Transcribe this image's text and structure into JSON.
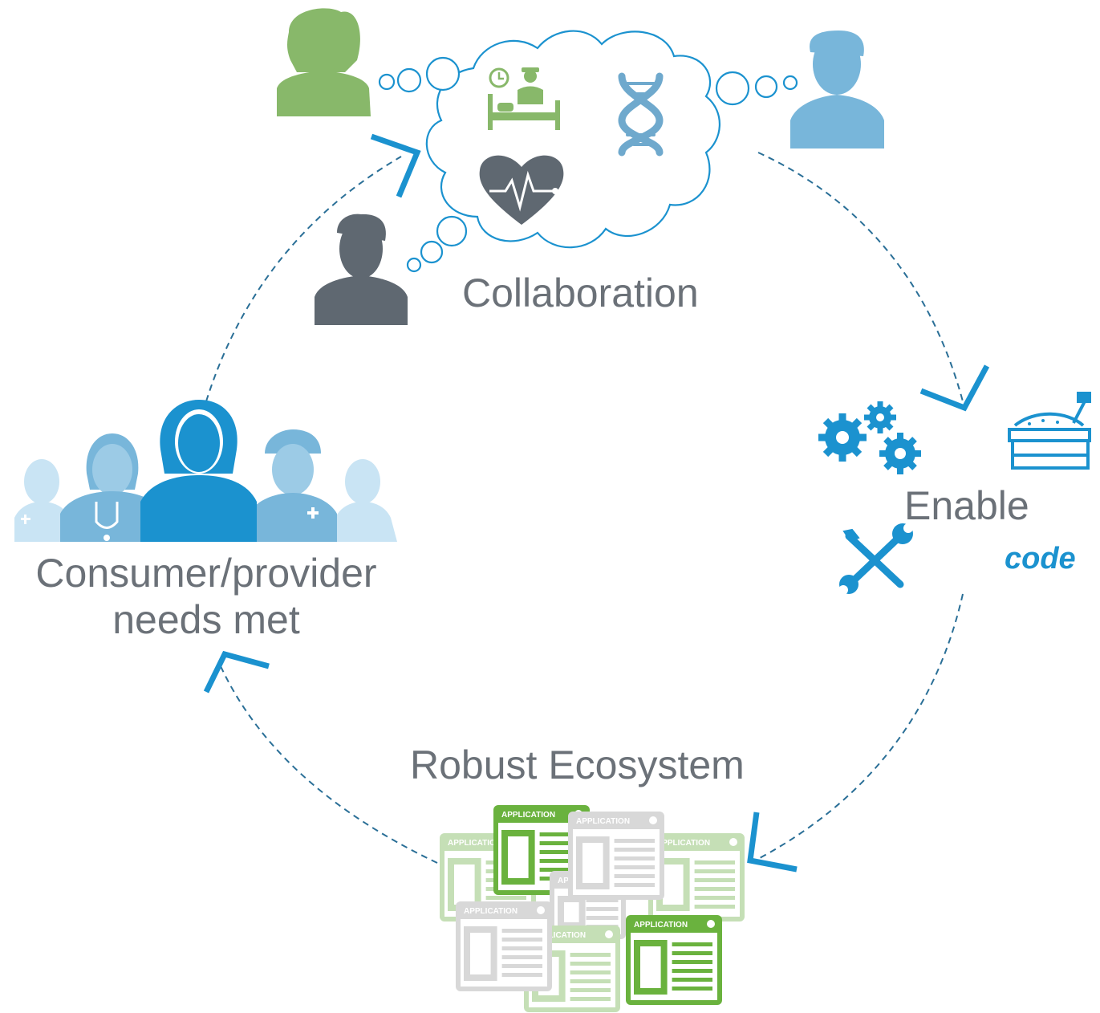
{
  "diagram": {
    "stages": [
      {
        "id": "collaboration",
        "label": "Collaboration"
      },
      {
        "id": "enable",
        "label": "Enable",
        "sublabel": "code"
      },
      {
        "id": "ecosystem",
        "label": "Robust Ecosystem"
      },
      {
        "id": "needs",
        "label_line1": "Consumer/provider",
        "label_line2": "needs met"
      }
    ],
    "app_window_title": "APPLICATION",
    "colors": {
      "arrow": "#1b92cf",
      "dash": "#2a6f97",
      "green": "#88b86a",
      "green_bright": "#6ab23e",
      "green_light": "#c5dfb6",
      "gray_light": "#d8d8d8",
      "blue": "#78b6da",
      "dark_gray": "#5f6871",
      "label": "#6b7178"
    }
  }
}
